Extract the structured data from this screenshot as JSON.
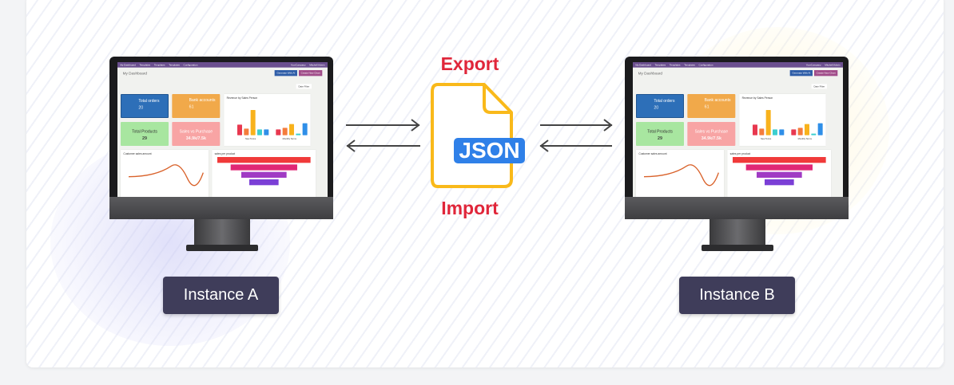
{
  "labels": {
    "export": "Export",
    "import": "Import",
    "json_badge": "JSON"
  },
  "instances": [
    {
      "label": "Instance A"
    },
    {
      "label": "Instance B"
    }
  ],
  "dashboard": {
    "app_title": "My Dashboard",
    "menu": [
      "Templates",
      "Templates",
      "Templates",
      "Configuration"
    ],
    "company": "YourCompany",
    "user": "Mitchell Admin",
    "page_title": "My Dashboard",
    "generate_button": "Generate With AI",
    "create_button": "Create New Chart",
    "filter": "Date Filter",
    "tiles": [
      {
        "label": "Total orders",
        "value": "20"
      },
      {
        "label": "Bank accounts",
        "value": "61"
      },
      {
        "label": "Total Products",
        "value": "29"
      },
      {
        "label": "Sales vs Purchase",
        "value": "34.9k/7.5k"
      }
    ],
    "revenue_title": "Revenue by Sales Person",
    "revenue_groups": [
      "New Terms",
      "Monthly Terms"
    ],
    "customer_title": "Customer sales amount",
    "product_title": "sales per product"
  },
  "colors": {
    "export": "#e0263a",
    "json": "#2f80e8",
    "file": "#f9b91a",
    "button": "#3f3d5a"
  }
}
